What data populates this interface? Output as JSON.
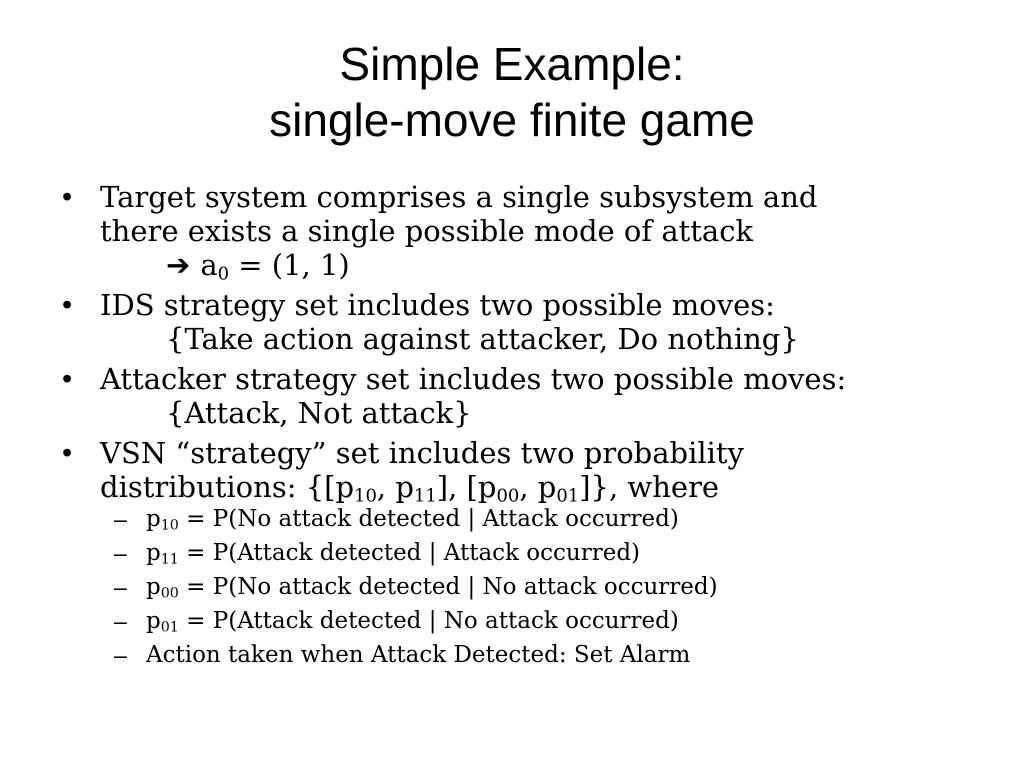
{
  "title": {
    "line1": "Simple Example:",
    "line2": "single-move finite game"
  },
  "bullets": {
    "b1": {
      "marker": "•",
      "line1": "Target system comprises a single subsystem and",
      "line2": "there exists a single possible mode of attack",
      "arrow_icon": "right-arrow-icon",
      "a_var": "a",
      "a_sub": "0",
      "a_val": " = (1, 1)"
    },
    "b2": {
      "marker": "•",
      "line1": "IDS strategy set includes two possible moves:",
      "line2": "{Take action against attacker, Do nothing}"
    },
    "b3": {
      "marker": "•",
      "line1": "Attacker strategy set includes two possible moves:",
      "line2": "{Attack, Not attack}"
    },
    "b4": {
      "marker": "•",
      "line1": "VSN “strategy” set includes two probability",
      "l2_prefix": "distributions: {[p",
      "s1": "10",
      "t1": ", p",
      "s2": "11",
      "t2": "], [p",
      "s3": "00",
      "t3": ", p",
      "s4": "01",
      "t4": "]}, where"
    }
  },
  "sub_bullets": [
    {
      "marker": "–",
      "var": "p",
      "sub": "10",
      "text": " = P(No attack detected | Attack occurred)"
    },
    {
      "marker": "–",
      "var": "p",
      "sub": "11",
      "text": " = P(Attack detected | Attack occurred)"
    },
    {
      "marker": "–",
      "var": "p",
      "sub": "00",
      "text": " = P(No attack detected | No attack occurred)"
    },
    {
      "marker": "–",
      "var": "p",
      "sub": "01",
      "text": " = P(Attack detected | No attack occurred)"
    },
    {
      "marker": "–",
      "text": "Action taken when Attack Detected: Set Alarm"
    }
  ]
}
